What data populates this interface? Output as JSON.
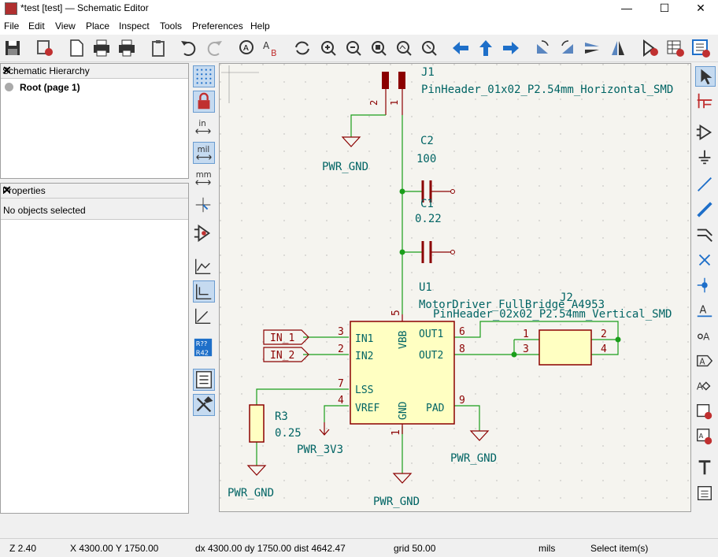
{
  "window": {
    "title": "*test [test] — Schematic Editor",
    "minimize": "—",
    "maximize": "☐",
    "close": "✕"
  },
  "menu": [
    "File",
    "Edit",
    "View",
    "Place",
    "Inspect",
    "Tools",
    "Preferences",
    "Help"
  ],
  "toolbar_icons": [
    "save-icon",
    "schematic-setup-icon",
    "page-settings-icon",
    "print-icon",
    "plot-icon",
    "paste-icon",
    "undo-icon",
    "redo-icon",
    "find-icon",
    "find-replace-icon",
    "refresh-icon",
    "zoom-in-icon",
    "zoom-out-icon",
    "zoom-fit-icon",
    "zoom-objects-icon",
    "zoom-selection-icon",
    "navigate-back-icon",
    "navigate-up-icon",
    "navigate-forward-icon",
    "rotate-ccw-icon",
    "rotate-cw-icon",
    "mirror-vertical-icon",
    "mirror-horizontal-icon",
    "erc-icon",
    "symbol-fields-icon",
    "bom-icon"
  ],
  "hierarchy": {
    "title": "Schematic Hierarchy",
    "close": "✕",
    "root": "Root (page 1)"
  },
  "properties": {
    "title": "Properties",
    "close": "✕",
    "empty": "No objects selected"
  },
  "left_tools": [
    {
      "icon": "grid-icon",
      "active": true
    },
    {
      "icon": "lock-icon",
      "active": true
    },
    {
      "icon": "units-inch-icon",
      "label": "in",
      "active": false
    },
    {
      "icon": "units-mil-icon",
      "label": "mil",
      "active": true
    },
    {
      "icon": "units-mm-icon",
      "label": "mm",
      "active": false
    },
    {
      "icon": "cursor-crosshair-icon",
      "active": false
    },
    {
      "icon": "hidden-pins-icon",
      "active": false
    },
    {
      "icon": "line-mode-free-icon",
      "active": false
    },
    {
      "icon": "line-mode-90-icon",
      "active": true
    },
    {
      "icon": "line-mode-45-icon",
      "active": false
    },
    {
      "icon": "annotate-icon",
      "label_top": "R??",
      "label_bottom": "R42",
      "active": false
    },
    {
      "icon": "hierarchy-panel-icon",
      "active": true
    },
    {
      "icon": "properties-panel-icon",
      "active": true
    }
  ],
  "right_tools": [
    "select-arrow-icon",
    "highlight-net-icon",
    "add-symbol-icon",
    "add-power-icon",
    "add-wire-icon",
    "add-bus-icon",
    "add-bus-entry-icon",
    "no-connect-icon",
    "add-junction-icon",
    "add-label-icon",
    "add-net-class-icon",
    "add-global-label-icon",
    "add-hier-label-icon",
    "add-sheet-icon",
    "import-sheet-pin-icon",
    "add-text-icon",
    "add-textbox-icon"
  ],
  "schematic": {
    "j1": {
      "ref": "J1",
      "value": "PinHeader_01x02_P2.54mm_Horizontal_SMD",
      "pin1": "1",
      "pin2": "2"
    },
    "c2": {
      "ref": "C2",
      "value": "100"
    },
    "c1": {
      "ref": "C1",
      "value": "0.22"
    },
    "u1": {
      "ref": "U1",
      "value": "MotorDriver_FullBridge_A4953",
      "pins": {
        "in1": "IN1",
        "in2": "IN2",
        "lss": "LSS",
        "vref": "VREF",
        "vbb": "VBB",
        "gnd": "GND",
        "out1": "OUT1",
        "out2": "OUT2",
        "pad": "PAD"
      },
      "pin_numbers": {
        "in1": "3",
        "in2": "2",
        "lss": "7",
        "vref": "4",
        "vbb": "5",
        "gnd": "1",
        "out1": "6",
        "out2": "8",
        "pad": "9"
      }
    },
    "j2": {
      "ref": "J2",
      "value": "PinHeader_02x02_P2.54mm_Vertical_SMD",
      "p1": "1",
      "p2": "2",
      "p3": "3",
      "p4": "4"
    },
    "r3": {
      "ref": "R3",
      "value": "0.25"
    },
    "labels": {
      "in1": "IN_1",
      "in2": "IN_2"
    },
    "power": {
      "gnd1": "PWR_GND",
      "gnd2": "PWR_GND",
      "gnd3": "PWR_GND",
      "gnd4": "PWR_GND",
      "v33": "PWR_3V3"
    }
  },
  "colors": {
    "wire": "#1a9e1a",
    "symbol": "#8b0000",
    "body": "#ffffc2",
    "text": "#006464",
    "pin": "#8b0000",
    "accent": "#1e6fc9"
  },
  "status": {
    "zoom": "Z 2.40",
    "coords": "X 4300.00  Y 1750.00",
    "delta": "dx 4300.00  dy 1750.00  dist 4642.47",
    "grid": "grid 50.00",
    "units": "mils",
    "mode": "Select item(s)"
  }
}
